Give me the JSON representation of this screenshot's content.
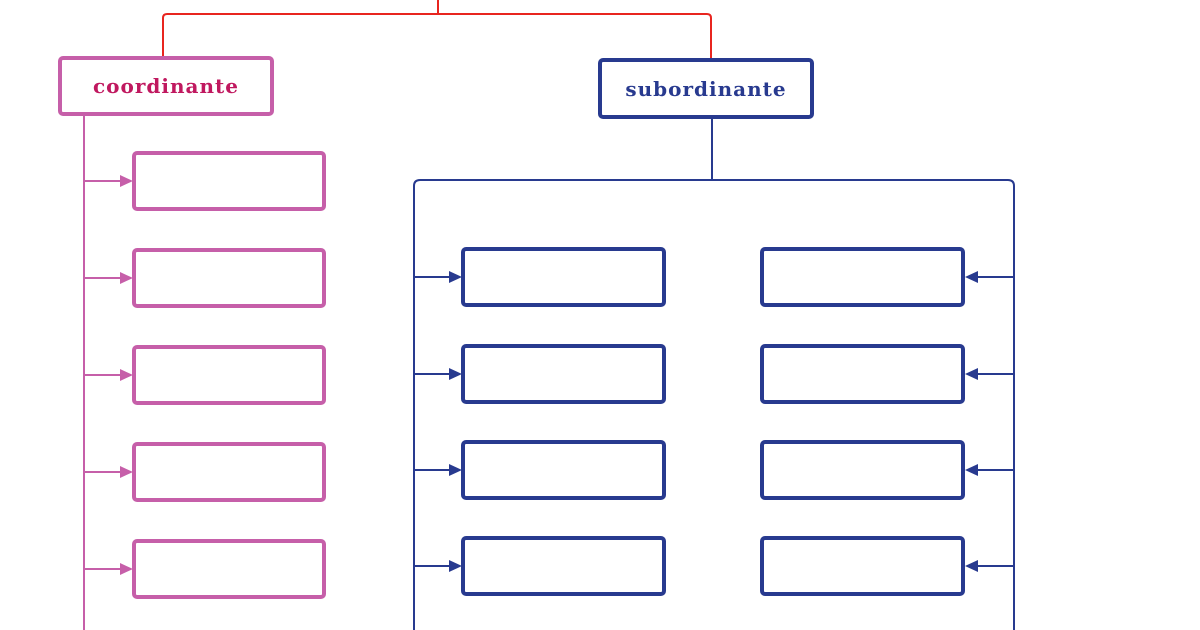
{
  "colors": {
    "connector": "#e8251f",
    "coordinate_stroke": "#c65fa9",
    "coordinate_text": "#c0185f",
    "subordinate_stroke": "#283a8f",
    "subordinate_text": "#283a8f"
  },
  "coordinate": {
    "label": "coordinante",
    "empty_boxes": 5
  },
  "subordinate": {
    "label": "subordinante",
    "left_empty_boxes": 4,
    "right_empty_boxes": 4
  }
}
